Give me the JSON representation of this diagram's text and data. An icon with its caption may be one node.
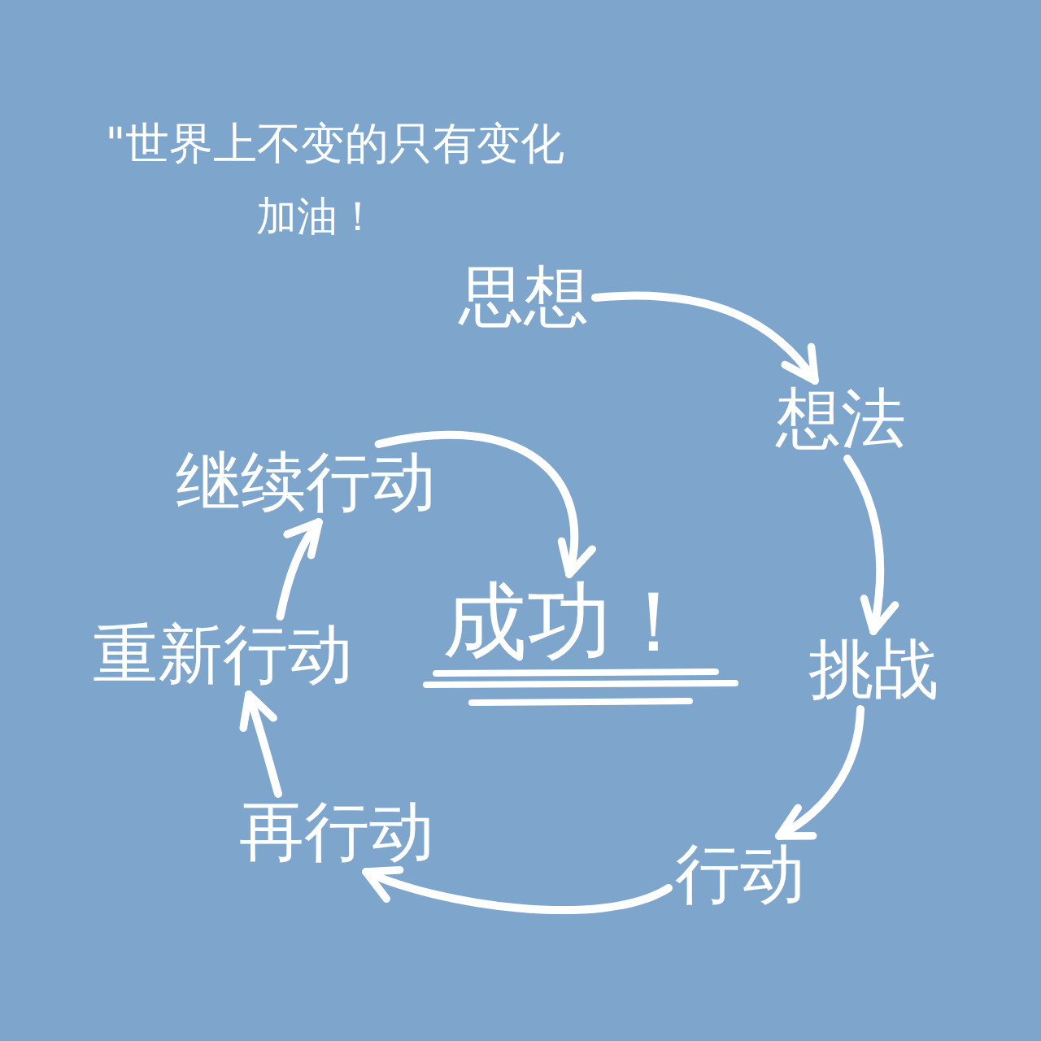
{
  "diagram": {
    "nodes": [
      {
        "text": [
          "思想"
        ]
      },
      {
        "text": [
          "想法"
        ]
      },
      {
        "text": [
          "挑战"
        ]
      },
      {
        "text": [
          "行动"
        ]
      },
      {
        "text": [
          "再行动"
        ]
      },
      {
        "text": [
          "重新行动"
        ]
      },
      {
        "text": [
          "继续行动"
        ]
      },
      {
        "text": [
          "成功！"
        ]
      }
    ],
    "edges": [
      {
        "from": 0,
        "to": 1,
        "arrow": "to"
      },
      {
        "from": 1,
        "to": 2,
        "arrow": "to"
      },
      {
        "from": 2,
        "to": 3,
        "arrow": "to"
      },
      {
        "from": 3,
        "to": 4,
        "arrow": "to"
      },
      {
        "from": 4,
        "to": 5,
        "arrow": "to"
      },
      {
        "from": 5,
        "to": 6,
        "arrow": "to"
      },
      {
        "from": 6,
        "to": 7,
        "arrow": "to"
      }
    ],
    "labels": [
      "\"世界上不变的只有变化",
      "加油！"
    ]
  }
}
